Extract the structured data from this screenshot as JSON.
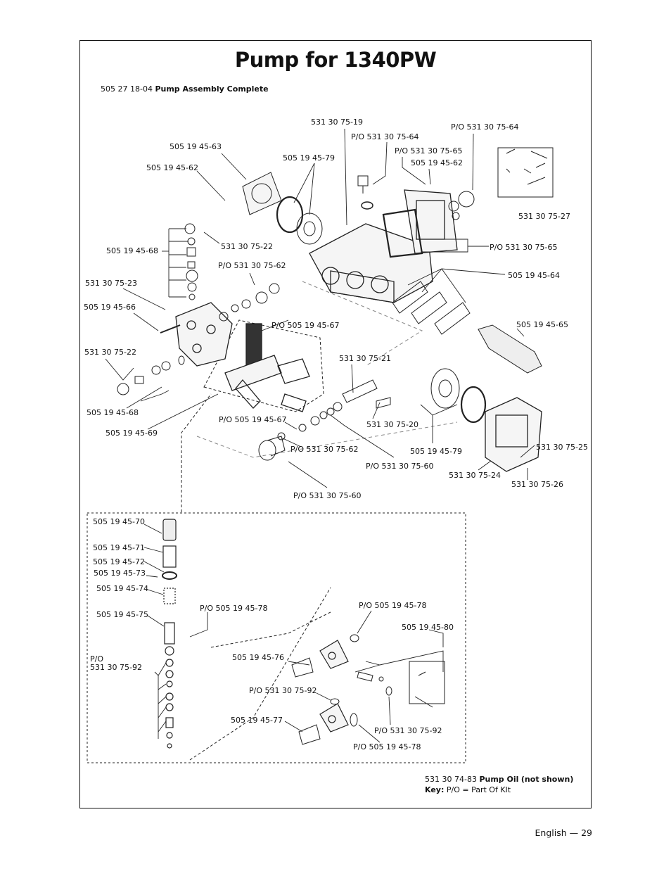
{
  "title": "Pump for 1340PW",
  "assembly": {
    "part": "505 27 18-04",
    "name": "Pump Assembly Complete"
  },
  "labels": [
    "531 30 75-19",
    "P/O 531 30 75-64",
    "P/O 531 30 75-64",
    "P/O 531 30 75-65",
    "505 19 45-62",
    "505 19 45-63",
    "505 19 45-62",
    "505 19 45-79",
    "531 30 75-27",
    "505 19 45-68",
    "531 30 75-22",
    "P/O 531 30 75-65",
    "P/O 531 30 75-62",
    "505 19 45-64",
    "531 30 75-23",
    "505 19 45-66",
    "P/O 505 19 45-67",
    "505 19 45-65",
    "531 30 75-22",
    "531 30 75-21",
    "505 19 45-68",
    "505 19 45-69",
    "P/O 505 19 45-67",
    "531 30 75-20",
    "P/O 531 30 75-62",
    "505 19 45-79",
    "531 30 75-25",
    "P/O 531 30 75-60",
    "531 30 75-24",
    "531 30 75-26",
    "P/O 531 30 75-60",
    "505 19 45-70",
    "505 19 45-71",
    "505 19 45-72",
    "505 19 45-73",
    "505 19 45-74",
    "505 19 45-75",
    "P/O 505 19 45-78",
    "P/O 505 19 45-78",
    "505 19 45-80",
    "P/O",
    "531 30 75-92",
    "505 19 45-76",
    "P/O 531 30 75-92",
    "505 19 45-77",
    "P/O 531 30 75-92",
    "P/O 505 19 45-78"
  ],
  "oil": {
    "part": "531 30 74-83",
    "name": "Pump Oil",
    "note": "(not shown)"
  },
  "key": {
    "label": "Key:",
    "text": "P/O = Part Of KIt"
  },
  "page": "English — 29"
}
